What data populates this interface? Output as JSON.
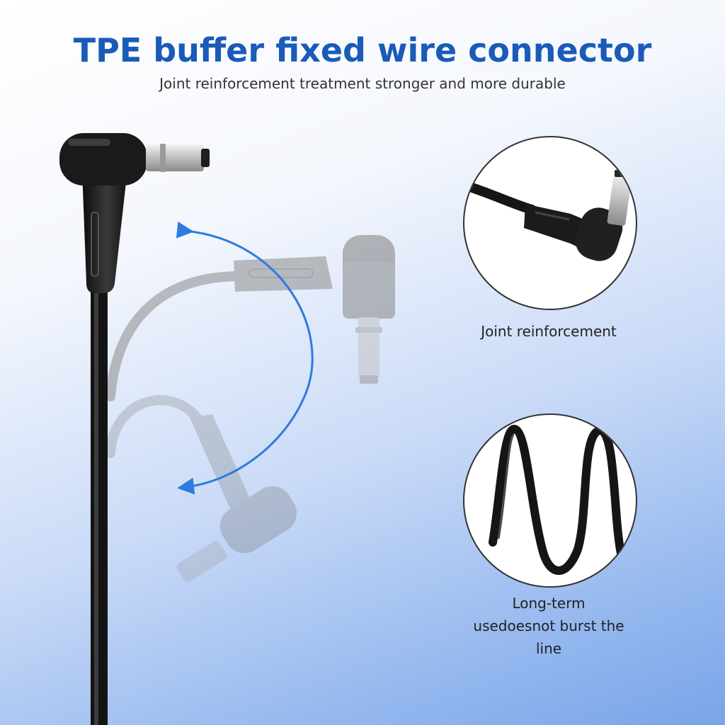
{
  "header": {
    "title": "TPE buffer fixed wire connector",
    "subtitle": "Joint reinforcement treatment stronger and more durable"
  },
  "features": [
    {
      "caption": "Joint reinforcement",
      "icon": "connector-closeup-icon"
    },
    {
      "caption_lines": [
        "Long-term",
        "usedoesnot burst the",
        "line"
      ],
      "icon": "coiled-cable-icon"
    }
  ],
  "colors": {
    "title": "#1a5bb8",
    "arrow": "#2e7be0",
    "cable": "#141414",
    "ghost_cable": "#8a8a8a"
  }
}
